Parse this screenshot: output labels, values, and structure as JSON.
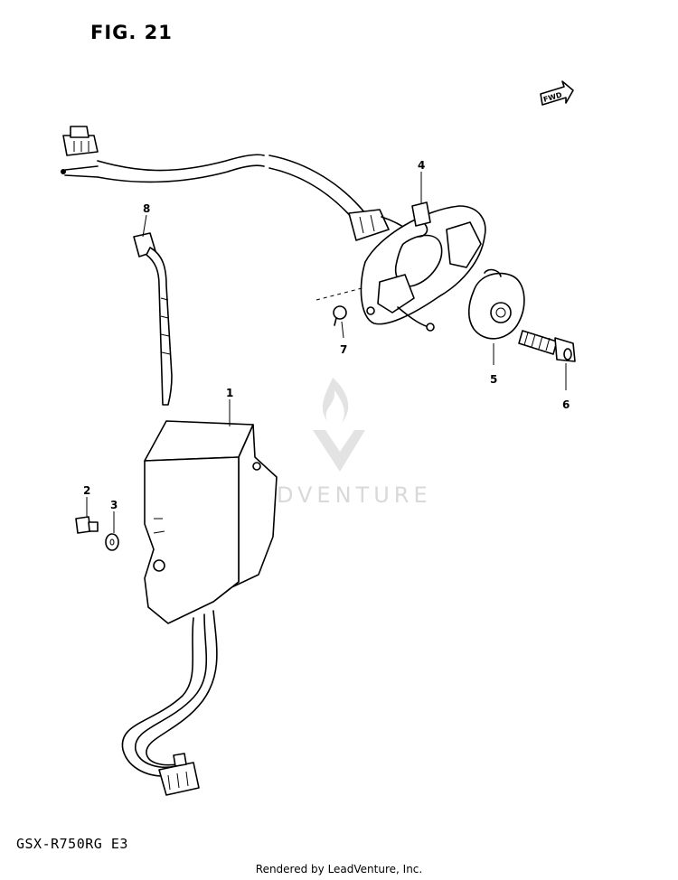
{
  "figure": {
    "title": "FIG. 21"
  },
  "footer": {
    "model_code": "GSX-R750RG E3",
    "rendered_by": "Rendered by LeadVenture, Inc."
  },
  "watermark": {
    "brand": "LEADVENTURE"
  },
  "fwd_badge": {
    "label": "FWD"
  },
  "callouts": [
    {
      "number": "1"
    },
    {
      "number": "2"
    },
    {
      "number": "3"
    },
    {
      "number": "4"
    },
    {
      "number": "5"
    },
    {
      "number": "6"
    },
    {
      "number": "7"
    },
    {
      "number": "8"
    }
  ]
}
